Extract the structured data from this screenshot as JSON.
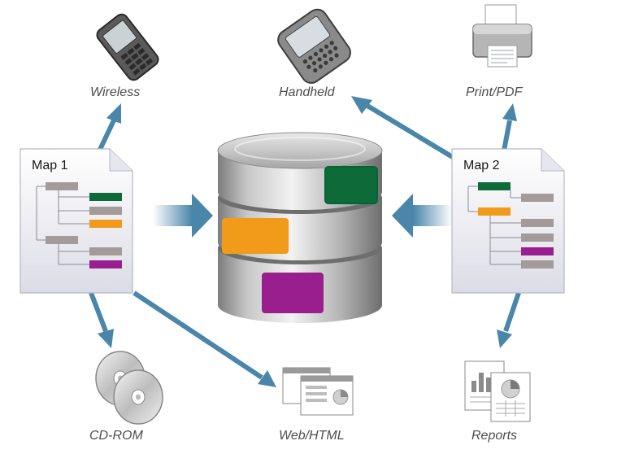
{
  "outputs": {
    "wireless": {
      "label": "Wireless",
      "icon": "mobile-phone-icon"
    },
    "handheld": {
      "label": "Handheld",
      "icon": "handheld-device-icon"
    },
    "print_pdf": {
      "label": "Print/PDF",
      "icon": "printer-icon"
    },
    "cd_rom": {
      "label": "CD-ROM",
      "icon": "cd-discs-icon"
    },
    "web_html": {
      "label": "Web/HTML",
      "icon": "browser-windows-icon"
    },
    "reports": {
      "label": "Reports",
      "icon": "report-documents-icon"
    }
  },
  "maps": [
    {
      "title": "Map 1"
    },
    {
      "title": "Map 2"
    }
  ],
  "colors": {
    "arrow": "#4a86aa",
    "green": "#0f6a3a",
    "orange": "#f29a1a",
    "purple": "#9a1f8e",
    "gray_block": "#a39a9a",
    "database": "#b8b8b8"
  }
}
